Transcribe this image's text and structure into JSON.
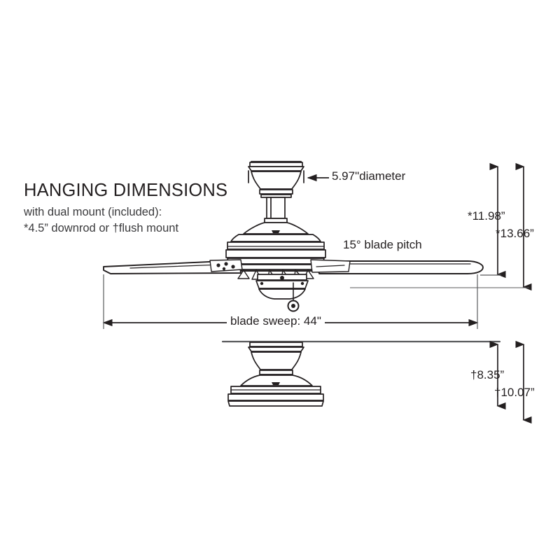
{
  "title": {
    "heading": "HANGING DIMENSIONS",
    "line1": "with dual mount (included):",
    "line2": "*4.5” downrod or †flush mount"
  },
  "labels": {
    "diameter": "5.97\"diameter",
    "blade_pitch": "15° blade pitch",
    "blade_sweep": "blade sweep: 44\"",
    "height_downrod_canopy": "*11.98”",
    "height_downrod_overall": "*13.66”",
    "height_flush_canopy": "†8.35”",
    "height_flush_overall": "†10.07”"
  },
  "colors": {
    "ink": "#231f20",
    "subtext": "#3a3a3c",
    "line": "#58595b",
    "background": "#ffffff"
  },
  "product": {
    "type": "ceiling-fan",
    "views": [
      {
        "name": "downrod-mount-view",
        "mount": "*4.5” downrod"
      },
      {
        "name": "flush-mount-view",
        "mount": "†flush mount"
      }
    ],
    "blade_count_visible": 2
  }
}
